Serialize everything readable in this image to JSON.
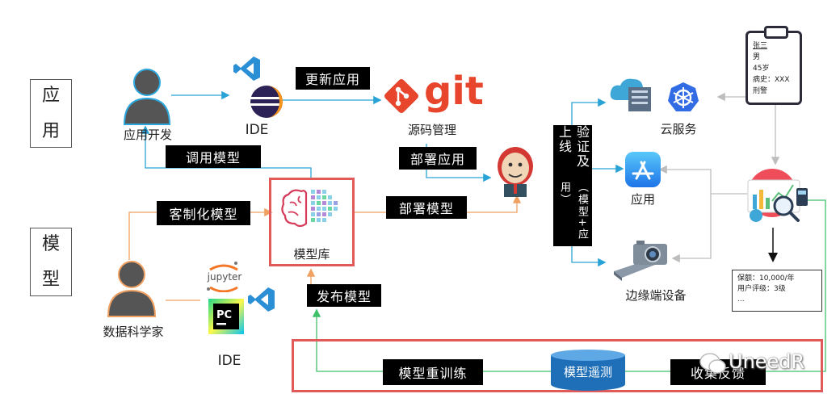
{
  "side_labels": {
    "app": [
      "应",
      "用"
    ],
    "model": [
      "模",
      "型"
    ]
  },
  "nodes": {
    "app_dev": "应用开发",
    "ide_top": "IDE",
    "update_app": "更新应用",
    "git": "git",
    "source_mgmt": "源码管理",
    "call_model": "调用模型",
    "deploy_app": "部署应用",
    "custom_model": "客制化模型",
    "model_repo": "模型库",
    "deploy_model": "部署模型",
    "verify_online": "验证及上线",
    "verify_sub": "（模型+应用）",
    "cloud_service": "云服务",
    "app": "应用",
    "edge_device": "边缘端设备",
    "data_scientist": "数据科学家",
    "jupyter": "jupyter",
    "ide_bottom": "IDE",
    "publish_model": "发布模型",
    "retrain": "模型重训练",
    "monitor": "模型遥测",
    "feedback": "收集反馈",
    "watermark": "UneedR"
  },
  "profile_card": [
    "张三",
    "男",
    "45岁",
    "病史：XXX",
    "刑警"
  ],
  "result_card": [
    "保额：10,000/年",
    "用户评级：3级",
    "..."
  ],
  "colors": {
    "blue_line": "#29a3d6",
    "orange_line": "#f0a060",
    "green_line": "#3fbf6a",
    "gray_line": "#c0c0c0",
    "red_box": "#e05a5a",
    "git": "#e8462c"
  }
}
